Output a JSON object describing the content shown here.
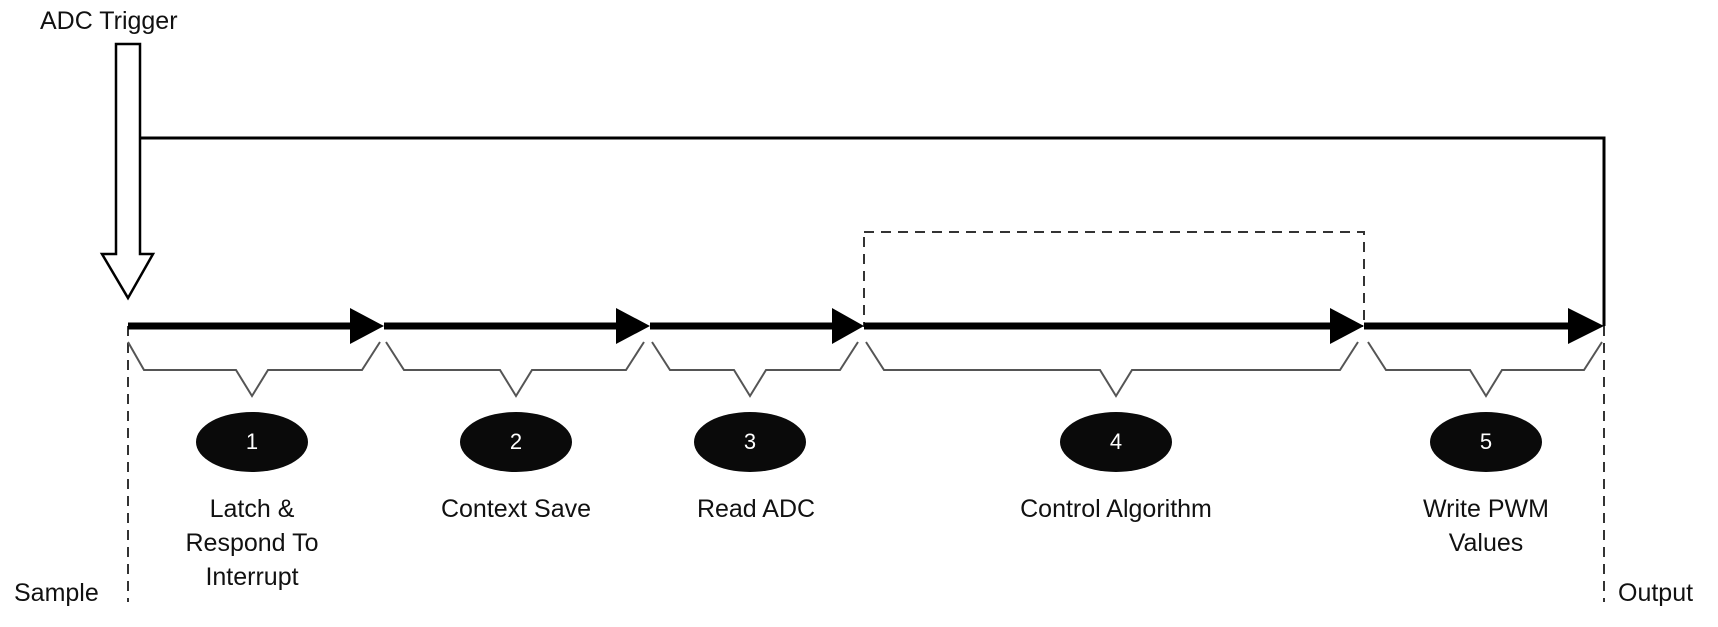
{
  "trigger_label": "ADC Trigger",
  "sample_label": "Sample",
  "output_label": "Output",
  "steps": [
    {
      "number": "1",
      "label_lines": [
        "Latch &",
        "Respond To",
        "Interrupt"
      ]
    },
    {
      "number": "2",
      "label_lines": [
        "Context Save"
      ]
    },
    {
      "number": "3",
      "label_lines": [
        "Read ADC"
      ]
    },
    {
      "number": "4",
      "label_lines": [
        "Control Algorithm"
      ]
    },
    {
      "number": "5",
      "label_lines": [
        "Write PWM",
        "Values"
      ]
    }
  ]
}
